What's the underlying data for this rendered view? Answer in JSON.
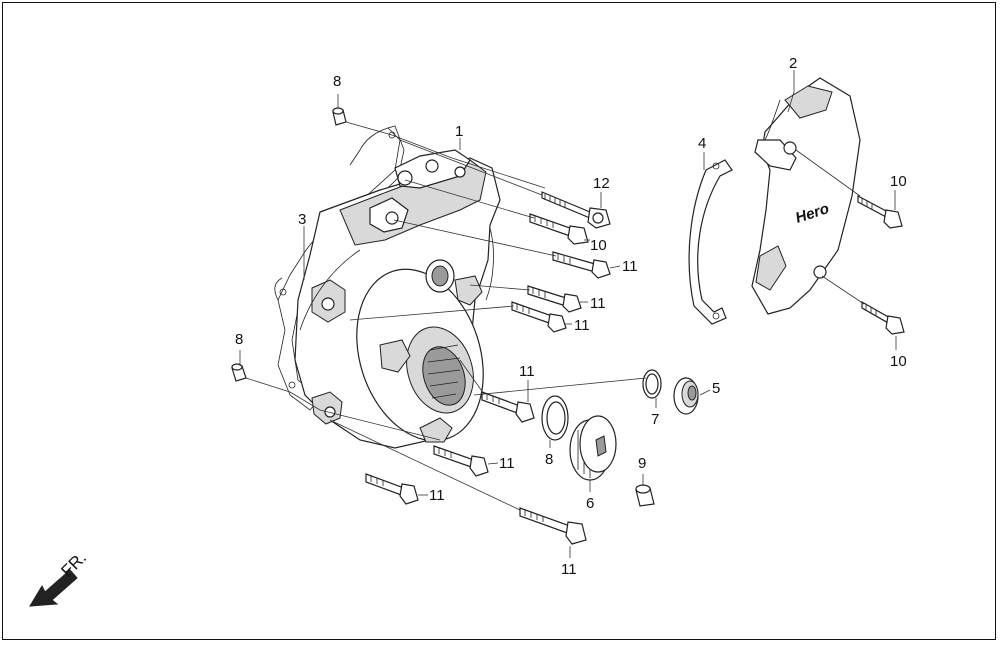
{
  "diagram": {
    "direction_text": "FR.",
    "logo_text": "Hero",
    "labels": {
      "l1": "1",
      "l2": "2",
      "l3": "3",
      "l4": "4",
      "l5": "5",
      "l6": "6",
      "l7": "7",
      "l8a": "8",
      "l8b": "8",
      "l8c": "8",
      "l9": "9",
      "l10a": "10",
      "l10b": "10",
      "l10c": "10",
      "l11a": "11",
      "l11b": "11",
      "l11c": "11",
      "l11d": "11",
      "l11e": "11",
      "l11f": "11",
      "l11g": "11",
      "l12": "12"
    }
  }
}
